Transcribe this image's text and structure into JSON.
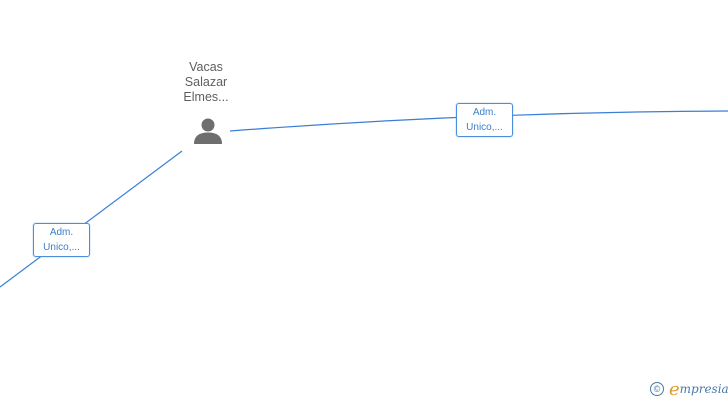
{
  "node": {
    "name_lines": [
      "Vacas",
      "Salazar",
      "Elmes..."
    ],
    "icon": "person-icon"
  },
  "edges": [
    {
      "label_lines": [
        "Adm.",
        "Unico,..."
      ]
    },
    {
      "label_lines": [
        "Adm.",
        "Unico,..."
      ]
    }
  ],
  "brand": {
    "symbol": "©",
    "initial": "e",
    "rest": "mpresia"
  },
  "colors": {
    "edge": "#3a7fd5",
    "node_icon": "#6e6e6e",
    "label_text": "#3b7fc8",
    "node_text": "#5f5f5f",
    "brand_orange": "#e39a2c",
    "brand_blue": "#4a7aa8"
  }
}
